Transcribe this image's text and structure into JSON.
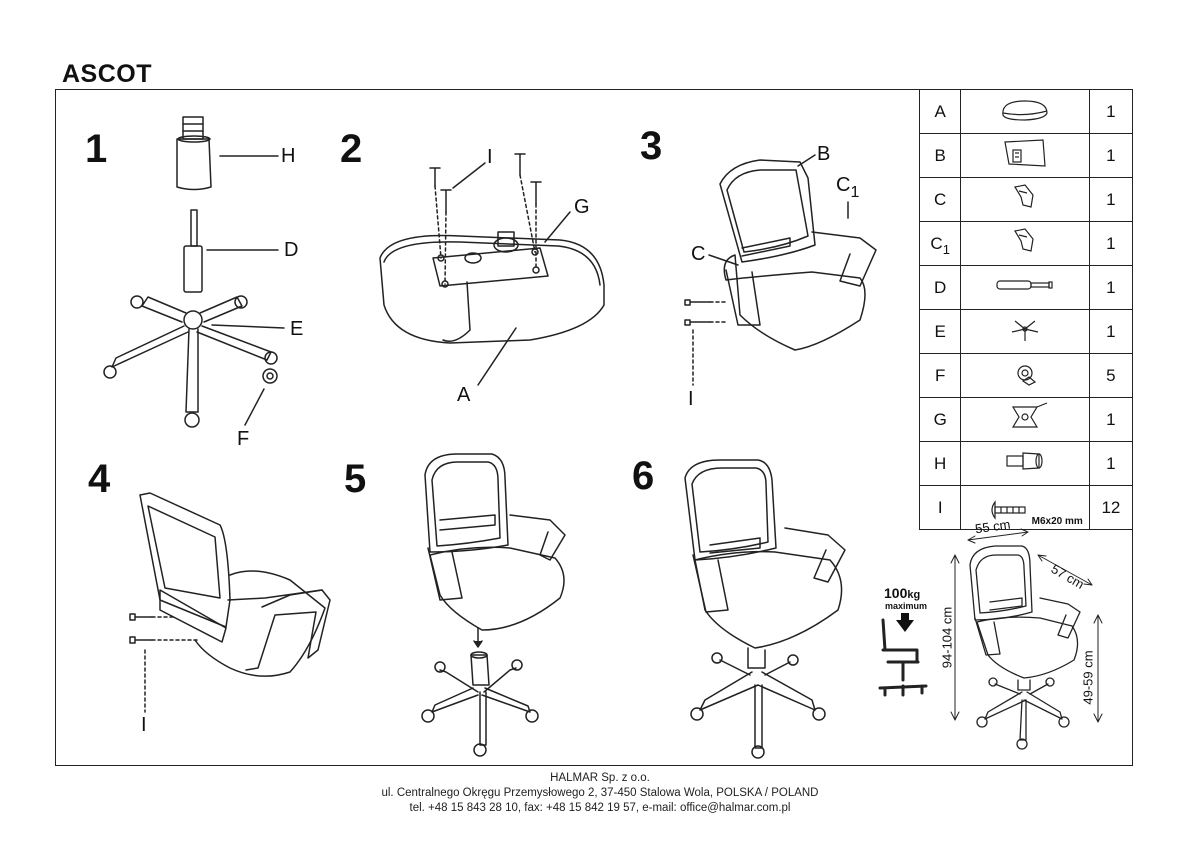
{
  "title": "ASCOT",
  "steps": [
    "1",
    "2",
    "3",
    "4",
    "5",
    "6"
  ],
  "labels": {
    "s1_H": "H",
    "s1_D": "D",
    "s1_E": "E",
    "s1_F": "F",
    "s2_I": "I",
    "s2_G": "G",
    "s2_A": "A",
    "s3_B": "B",
    "s3_C1_main": "C",
    "s3_C1_sub": "1",
    "s3_C": "C",
    "s3_I": "I",
    "s4_I": "I"
  },
  "parts": [
    {
      "letter": "A",
      "sub": "",
      "qty": "1",
      "icon": "seat-cushion-icon"
    },
    {
      "letter": "B",
      "sub": "",
      "qty": "1",
      "icon": "backrest-icon"
    },
    {
      "letter": "C",
      "sub": "",
      "qty": "1",
      "icon": "armrest-icon"
    },
    {
      "letter": "C",
      "sub": "1",
      "qty": "1",
      "icon": "armrest-icon"
    },
    {
      "letter": "D",
      "sub": "",
      "qty": "1",
      "icon": "gas-lift-icon"
    },
    {
      "letter": "E",
      "sub": "",
      "qty": "1",
      "icon": "star-base-icon"
    },
    {
      "letter": "F",
      "sub": "",
      "qty": "5",
      "icon": "caster-icon"
    },
    {
      "letter": "G",
      "sub": "",
      "qty": "1",
      "icon": "mechanism-icon"
    },
    {
      "letter": "H",
      "sub": "",
      "qty": "1",
      "icon": "gas-cover-icon"
    },
    {
      "letter": "I",
      "sub": "",
      "qty": "12",
      "icon": "screw-icon"
    }
  ],
  "screw_spec": "M6x20 mm",
  "max_load": {
    "value": "100",
    "unit": "kg",
    "label": "maximum"
  },
  "dimensions": {
    "width": "55 cm",
    "depth": "57 cm",
    "height": "94-104 cm",
    "seat_height": "49-59 cm"
  },
  "footer": {
    "company": "HALMAR Sp. z o.o.",
    "address": "ul. Centralnego Okręgu Przemysłowego 2, 37-450 Stalowa Wola, POLSKA / POLAND",
    "contact": "tel. +48 15 843 28 10, fax: +48 15 842 19 57, e-mail: office@halmar.com.pl"
  }
}
